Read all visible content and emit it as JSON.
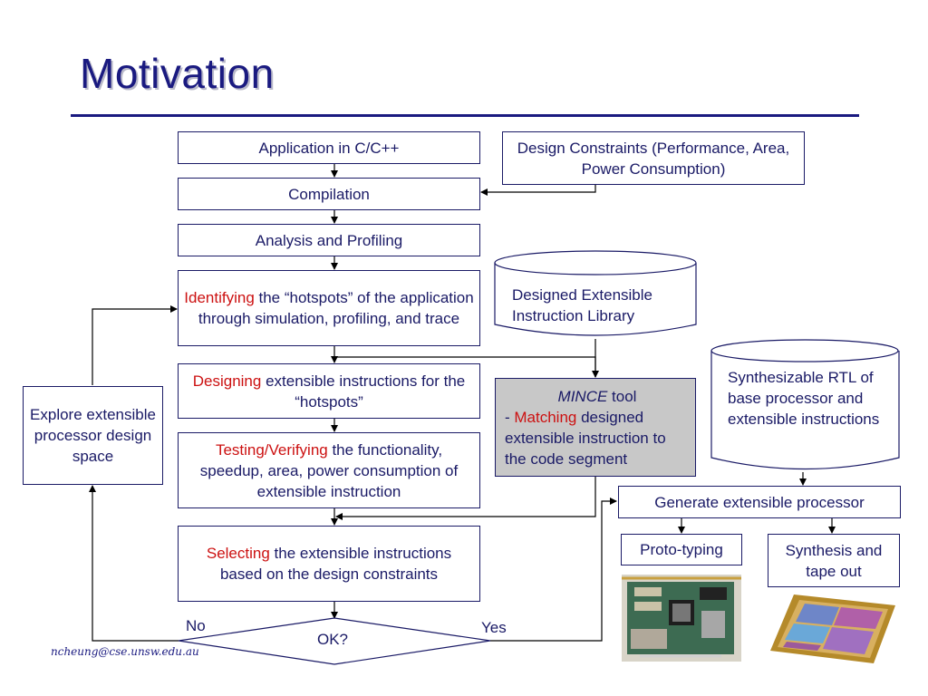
{
  "slide": {
    "title": "Motivation",
    "footer_email": "ncheung@cse.unsw.edu.au"
  },
  "flow": {
    "app": "Application in C/C++",
    "constraints": "Design Constraints (Performance, Area, Power Consumption)",
    "compilation": "Compilation",
    "analysis": "Analysis and Profiling",
    "identify_hl": "Identifying",
    "identify_rest": " the “hotspots” of the application through simulation, profiling, and trace",
    "design_hl": "Designing",
    "design_rest": " extensible instructions for the “hotspots”",
    "test_hl": "Testing/Verifying",
    "test_rest": " the functionality, speedup, area, power consumption of extensible instruction",
    "select_hl": "Selecting",
    "select_rest": " the extensible instructions based on the design constraints",
    "decision": "OK?",
    "no_label": "No",
    "yes_label": "Yes",
    "explore": "Explore extensible processor design space",
    "library": "Designed Extensible Instruction Library",
    "mince_tool_name": "MINCE",
    "mince_tool_word": " tool",
    "mince_dash": "- ",
    "mince_hl": "Matching",
    "mince_rest": " designed extensible instruction to the code segment",
    "rtl": "Synthesizable RTL of base processor and extensible instructions",
    "generate": "Generate extensible processor",
    "proto": "Proto-typing",
    "synthesis": "Synthesis and tape out"
  },
  "colors": {
    "accent_red": "#cc1111",
    "text_navy": "#1a1a66",
    "mince_fill": "#c8c8c8"
  }
}
